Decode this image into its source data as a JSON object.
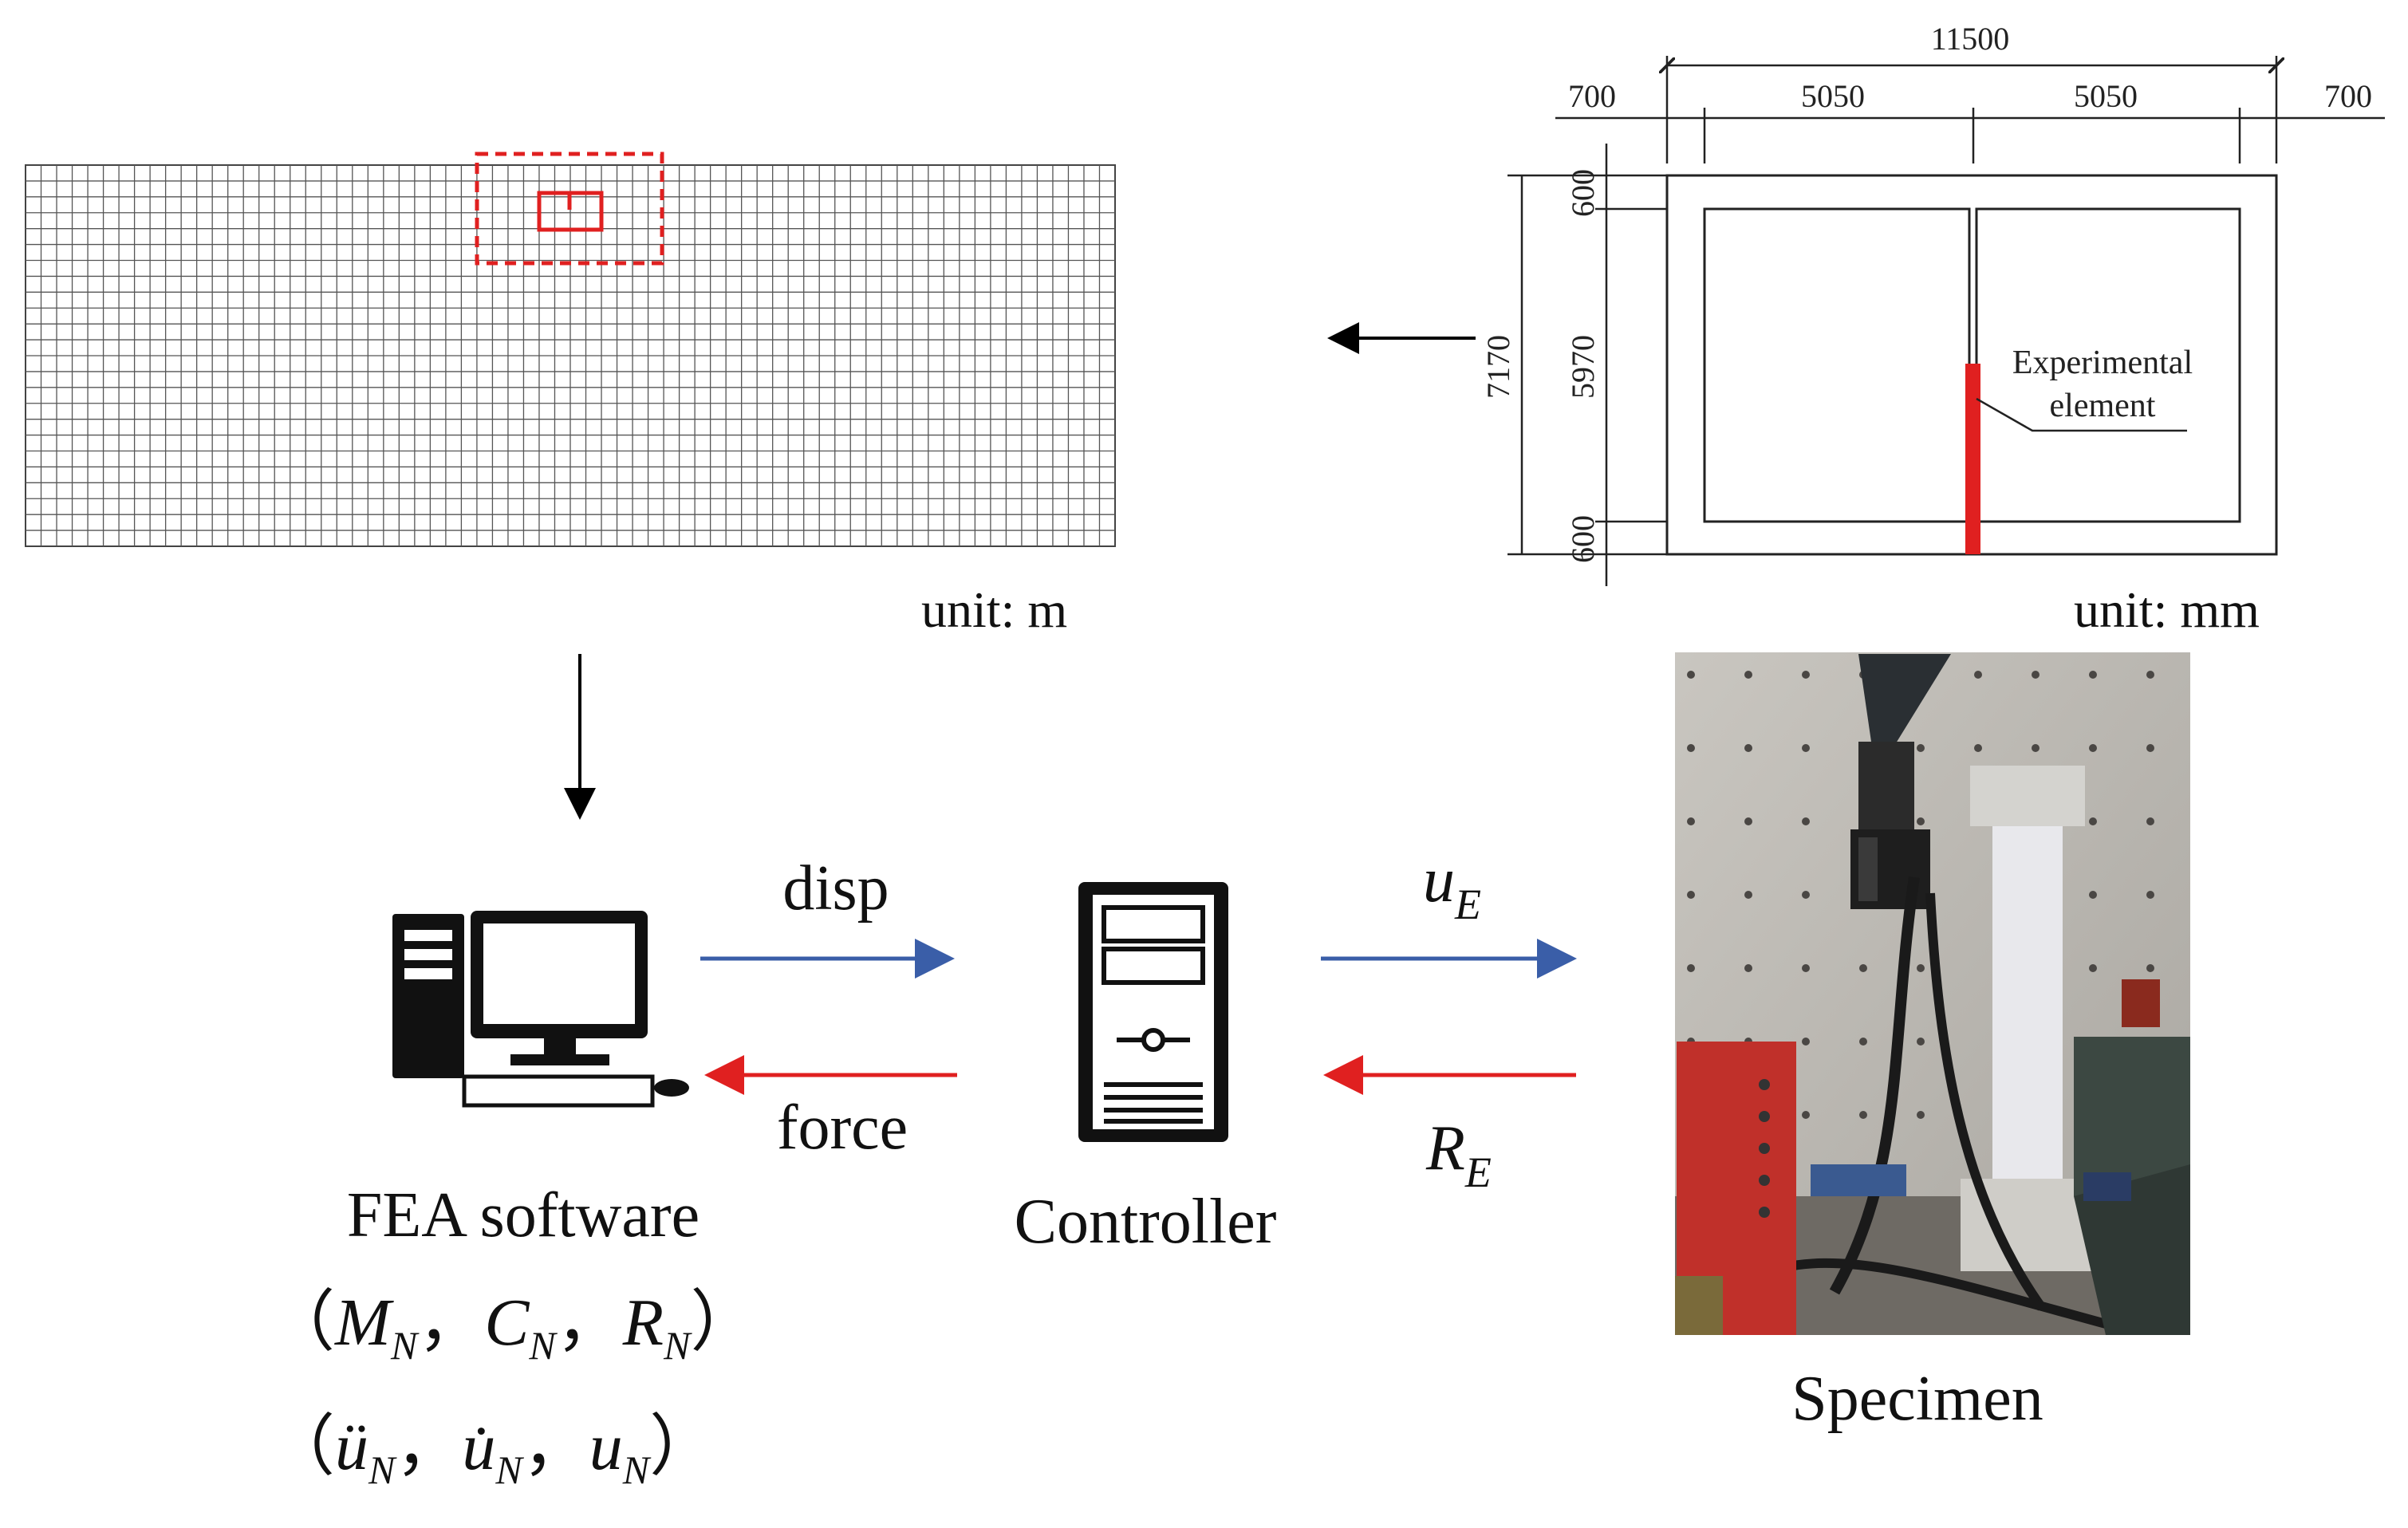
{
  "units": {
    "mesh": "unit: m",
    "frame": "unit: mm"
  },
  "dimensions": {
    "top_total": "11500",
    "left_overhang": "700",
    "bay_left": "5050",
    "bay_right": "5050",
    "right_overhang": "700",
    "total_height": "7170",
    "beam_top": "600",
    "clear_height": "5970",
    "beam_bottom": "600"
  },
  "frame_annotation": {
    "line1": "Experimental",
    "line2": "element"
  },
  "loop": {
    "disp": "disp",
    "force": "force",
    "u": "u",
    "R": "R",
    "sub_E": "E"
  },
  "captions": {
    "fea": "FEA software",
    "controller": "Controller",
    "specimen": "Specimen"
  },
  "fea_terms": {
    "paren_open": "（",
    "paren_close": "）",
    "sep": "，",
    "M": "M",
    "C": "C",
    "R": "R",
    "u_ddot": "ü",
    "u_dot": "u̇",
    "u": "u",
    "sub_N": "N"
  },
  "colors": {
    "mesh_highlight": "#e02020",
    "disp_arrow": "#3a5ea8",
    "force_arrow": "#e02020",
    "element": "#e02020"
  }
}
